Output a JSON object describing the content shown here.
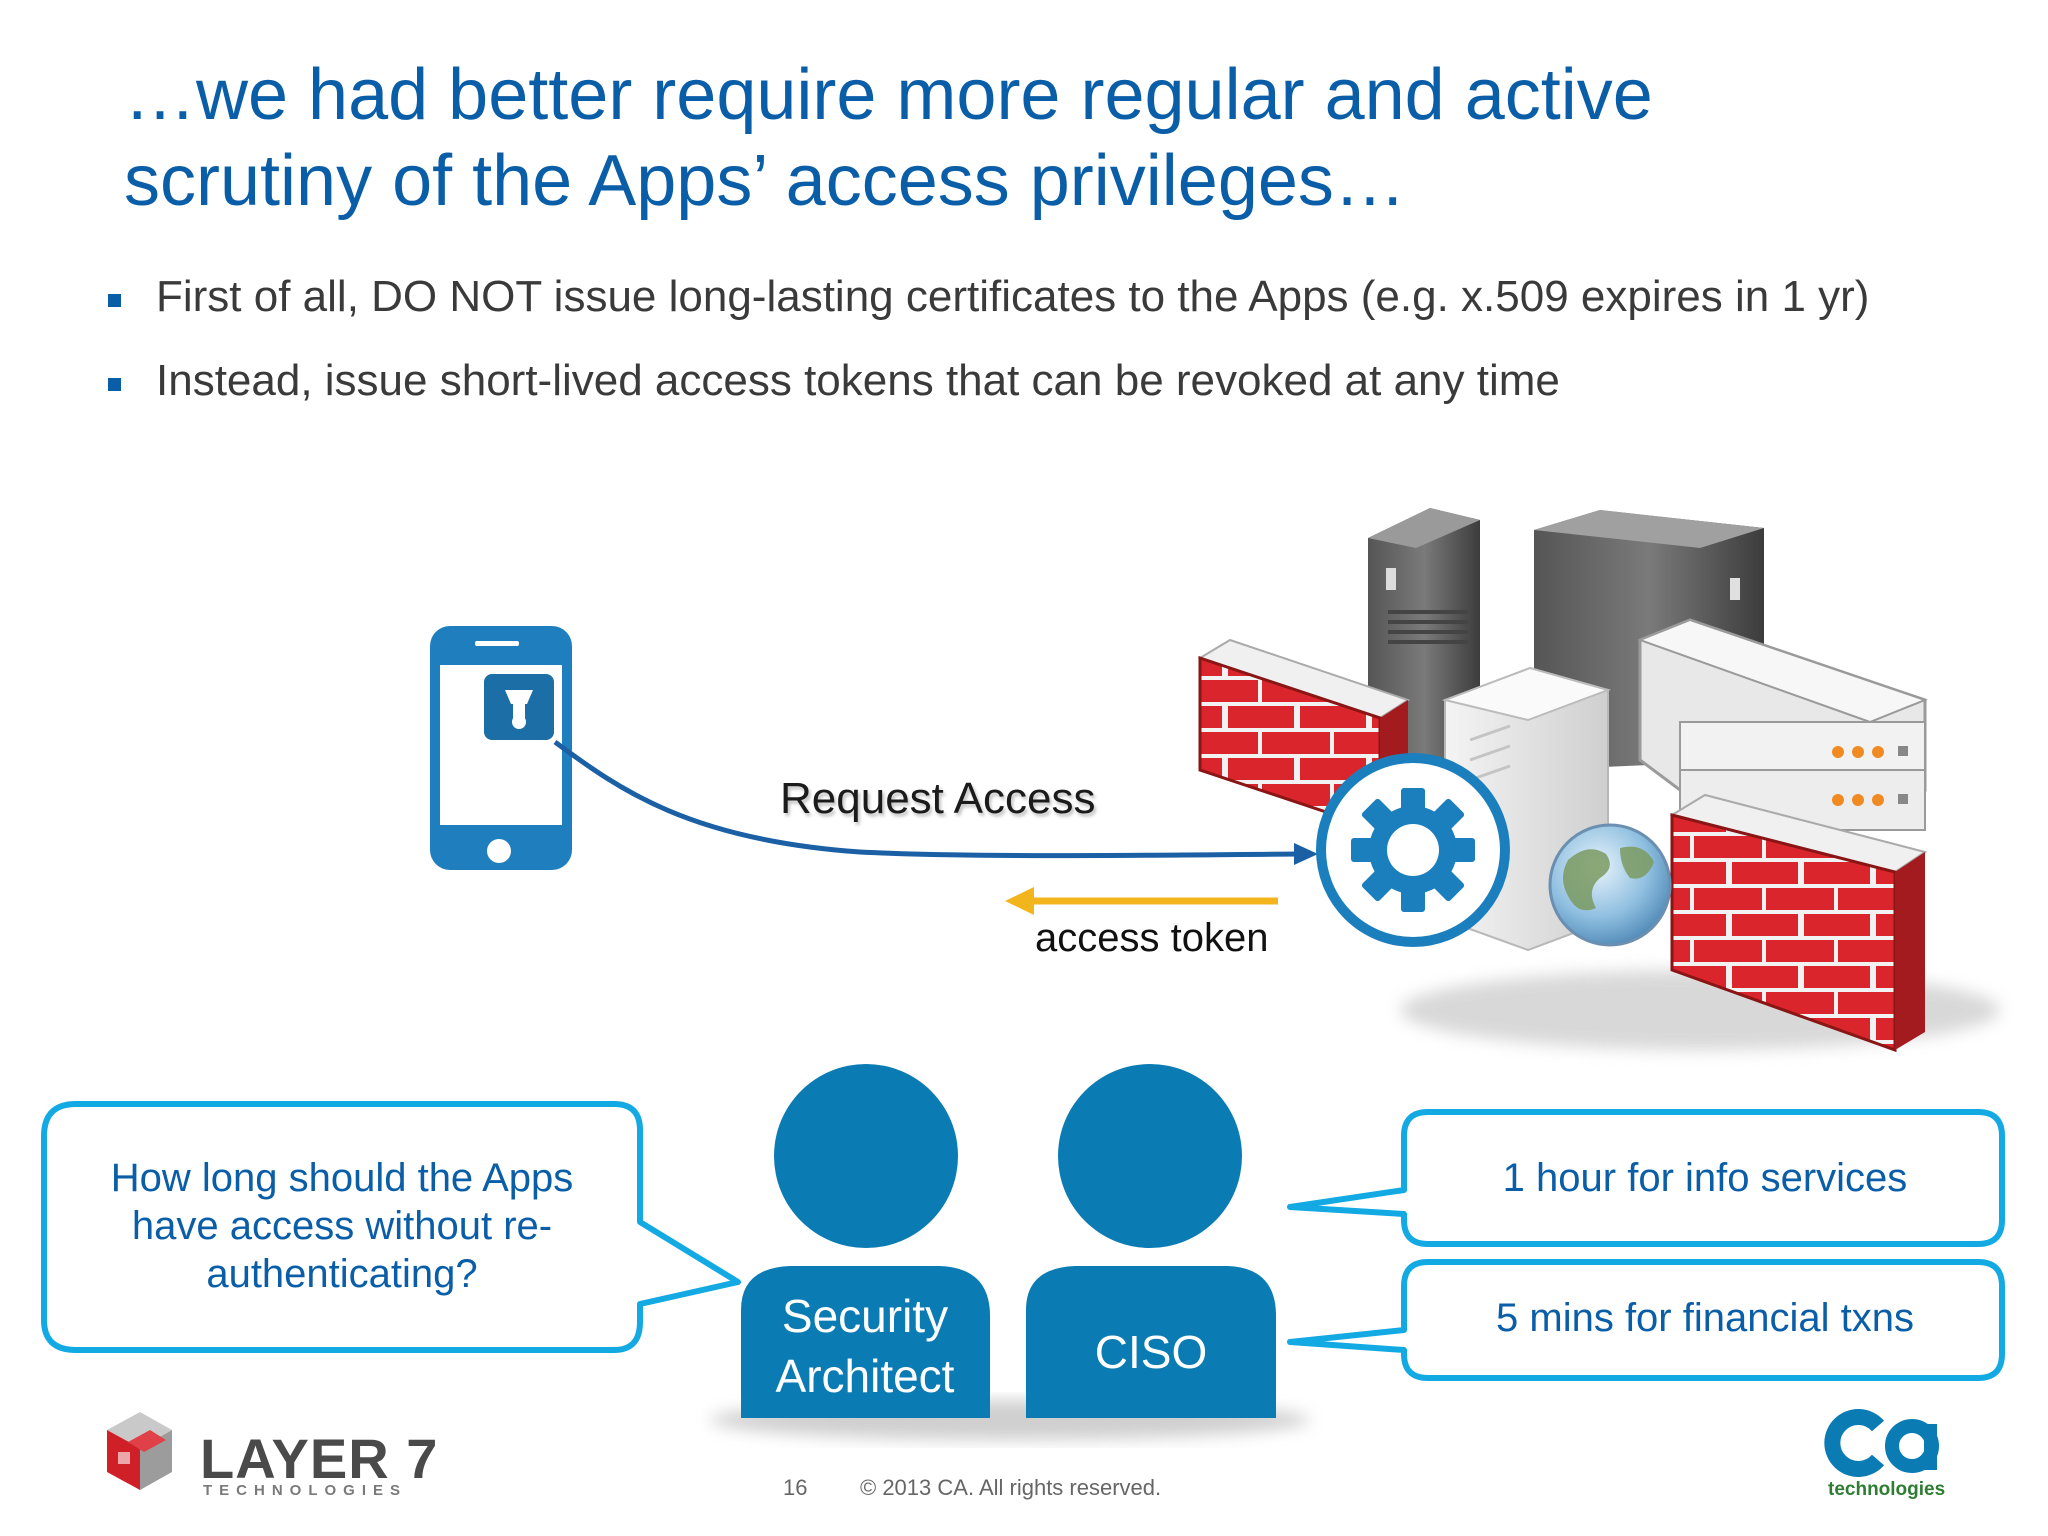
{
  "slide": {
    "title_lines": [
      "…we had better require more regular and active",
      "scrutiny of the Apps’ access privileges…"
    ],
    "bullets": [
      "First of all, DO NOT issue long-lasting certificates to the Apps (e.g. x.509 expires in 1 yr)",
      "Instead, issue short-lived access tokens that can be revoked at any time"
    ]
  },
  "diagram": {
    "request_label": "Request Access",
    "token_label": "access token"
  },
  "dialogue": {
    "question": "How long should the Apps have access without re-authenticating?",
    "question_lines": [
      "How long should the Apps",
      "have access without re-",
      "authenticating?"
    ],
    "answers": [
      "1 hour for info services",
      "5 mins for financial txns"
    ],
    "people": {
      "security_architect": [
        "Security",
        "Architect"
      ],
      "ciso": "CISO"
    }
  },
  "footer": {
    "page_number": "16",
    "copyright": "© 2013 CA. All rights reserved.",
    "left_logo": {
      "name": "LAYER 7",
      "sub": "TECHNOLOGIES"
    },
    "right_logo": {
      "name": "ca",
      "sub": "technologies"
    }
  },
  "colors": {
    "brand_blue": "#0a5ea8",
    "person_blue": "#0a7bb3",
    "bubble_border": "#13a9e3",
    "token_arrow": "#f2b51c",
    "firewall_red": "#d9252b"
  },
  "icons": [
    "smartphone-icon",
    "app-icon",
    "server-rack-icon",
    "firewall-icon",
    "gear-icon",
    "globe-icon",
    "person-icon"
  ]
}
